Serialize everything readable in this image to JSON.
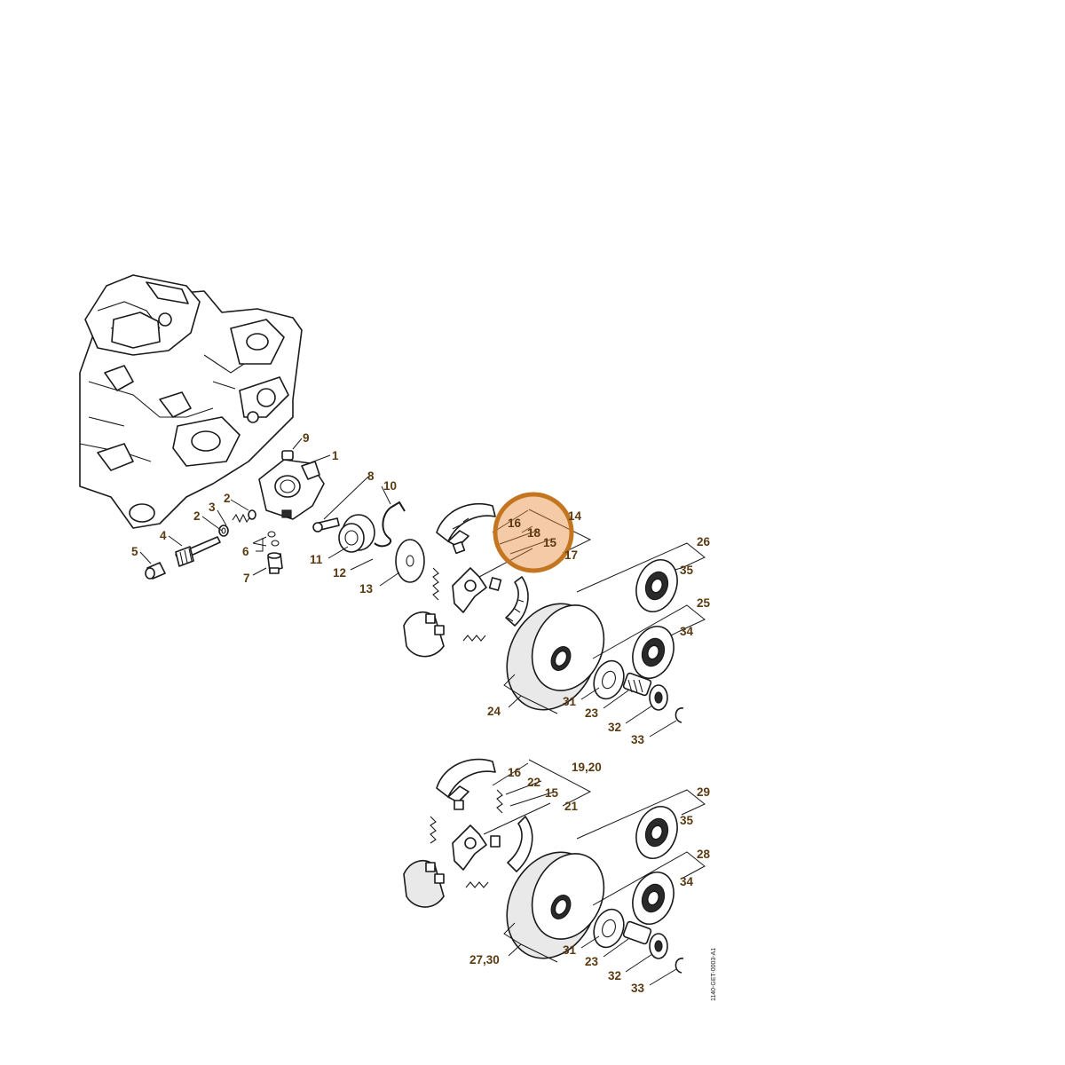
{
  "labels": {
    "l1": "1",
    "l2a": "2",
    "l2b": "2",
    "l3": "3",
    "l4": "4",
    "l5": "5",
    "l6": "6",
    "l7": "7",
    "l8": "8",
    "l9": "9",
    "l10": "10",
    "l11": "11",
    "l12": "12",
    "l13": "13",
    "l14": "14",
    "l15a": "15",
    "l16a": "16",
    "l17": "17",
    "l18": "18",
    "l26": "26",
    "l35a": "35",
    "l25": "25",
    "l34a": "34",
    "l24": "24",
    "l31a": "31",
    "l23a": "23",
    "l32a": "32",
    "l33a": "33",
    "l16b": "16",
    "l1920": "19,20",
    "l22": "22",
    "l15b": "15",
    "l21": "21",
    "l29": "29",
    "l35b": "35",
    "l28": "28",
    "l34b": "34",
    "l2730": "27,30",
    "l31b": "31",
    "l23b": "23",
    "l32b": "32",
    "l33b": "33"
  },
  "doc_ref": "1140-GET-0003-A1",
  "highlight_color": "#e88c3c"
}
